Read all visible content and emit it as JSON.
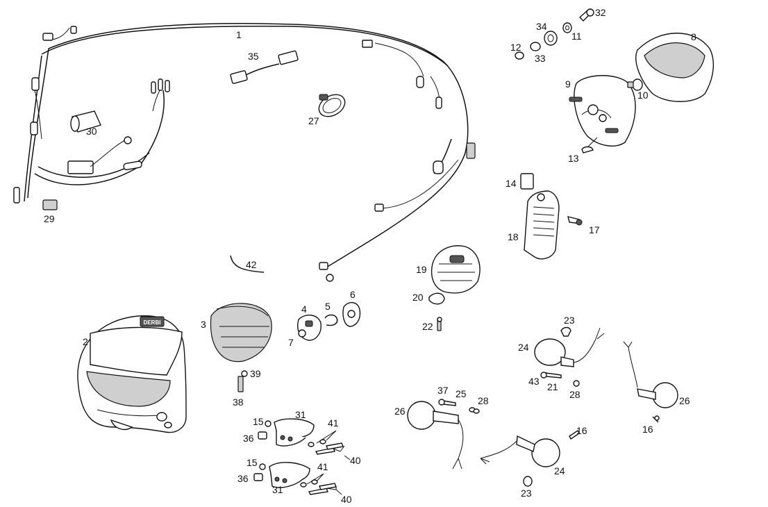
{
  "diagram": {
    "callouts": [
      "1",
      "2",
      "3",
      "4",
      "5",
      "6",
      "7",
      "8",
      "9",
      "10",
      "11",
      "12",
      "13",
      "14",
      "15",
      "15",
      "16",
      "16",
      "17",
      "18",
      "19",
      "20",
      "21",
      "22",
      "23",
      "23",
      "24",
      "24",
      "25",
      "26",
      "26",
      "27",
      "28",
      "28",
      "29",
      "30",
      "31",
      "31",
      "32",
      "33",
      "34",
      "35",
      "36",
      "36",
      "37",
      "38",
      "39",
      "40",
      "40",
      "41",
      "41",
      "42",
      "43"
    ],
    "headlight_badge_text": "DERBI"
  },
  "colors": {
    "line": "#111111",
    "background": "#ffffff",
    "shade": "#cfcfcf"
  }
}
